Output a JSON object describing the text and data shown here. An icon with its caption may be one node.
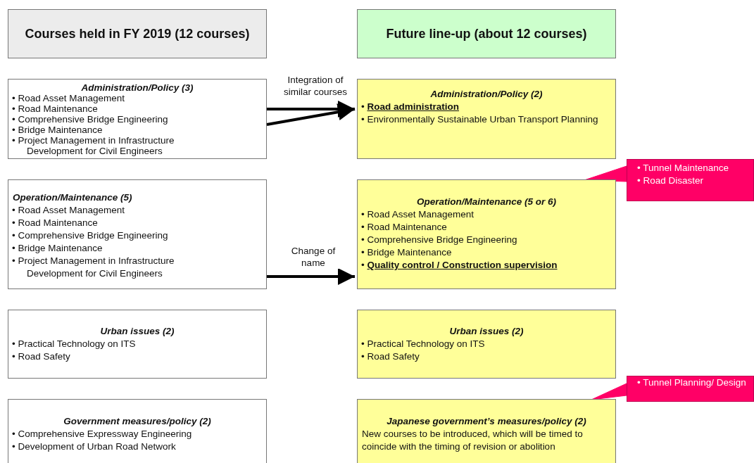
{
  "diagram": {
    "nodes": [
      {
        "text": [
          "Courses held in FY 2019 (12 courses)"
        ]
      },
      {
        "text": [
          "Future line-up (about 12 courses)"
        ]
      },
      {
        "text": [
          "Administration/Policy (3)",
          "• Road Asset Management",
          "• Road Maintenance",
          "• Comprehensive Bridge Engineering",
          "• Bridge Maintenance",
          "• Project Management in Infrastructure Development for Civil Engineers"
        ]
      },
      {
        "text": [
          "Operation/Maintenance (5)",
          "• Road Asset Management",
          "• Road Maintenance",
          "• Comprehensive Bridge Engineering",
          "• Bridge Maintenance",
          "• Project Management in Infrastructure Development for Civil Engineers"
        ]
      },
      {
        "text": [
          "Urban issues (2)",
          "• Practical Technology on ITS",
          "• Road Safety"
        ]
      },
      {
        "text": [
          "Government measures/policy (2)",
          "• Comprehensive Expressway Engineering",
          "• Development of Urban Road Network"
        ]
      },
      {
        "text": [
          "Administration/Policy (2)",
          "• **Road administration**",
          "• Environmentally Sustainable Urban Transport Planning"
        ]
      },
      {
        "text": [
          "Operation/Maintenance (5 or 6)",
          "• Road Asset Management",
          "• Road Maintenance",
          "• Comprehensive Bridge Engineering",
          "• Bridge Maintenance",
          "• **Quality control / Construction supervision**"
        ]
      },
      {
        "text": [
          "Urban issues (2)",
          "• Practical Technology on ITS",
          "• Road Safety"
        ]
      },
      {
        "text": [
          "Japanese government’s measures/policy (2)",
          "New courses to be introduced, which will be timed to coincide with the timing of revision or abolition"
        ]
      },
      {
        "text": [
          "• Tunnel Maintenance",
          "• Road Disaster"
        ]
      },
      {
        "text": [
          "• Tunnel Planning/ Design"
        ]
      }
    ],
    "edges": [
      {
        "from": 2,
        "to": 6,
        "arrow": "to",
        "label": "Integration of similar courses"
      },
      {
        "from": 2,
        "to": 6,
        "arrow": "to"
      },
      {
        "from": 3,
        "to": 7,
        "arrow": "to",
        "label": "Change of name"
      },
      {
        "from": 10,
        "to": 7,
        "arrow": "none",
        "color": "#ff0066"
      },
      {
        "from": 11,
        "to": 9,
        "arrow": "none",
        "color": "#ff0066"
      }
    ]
  }
}
